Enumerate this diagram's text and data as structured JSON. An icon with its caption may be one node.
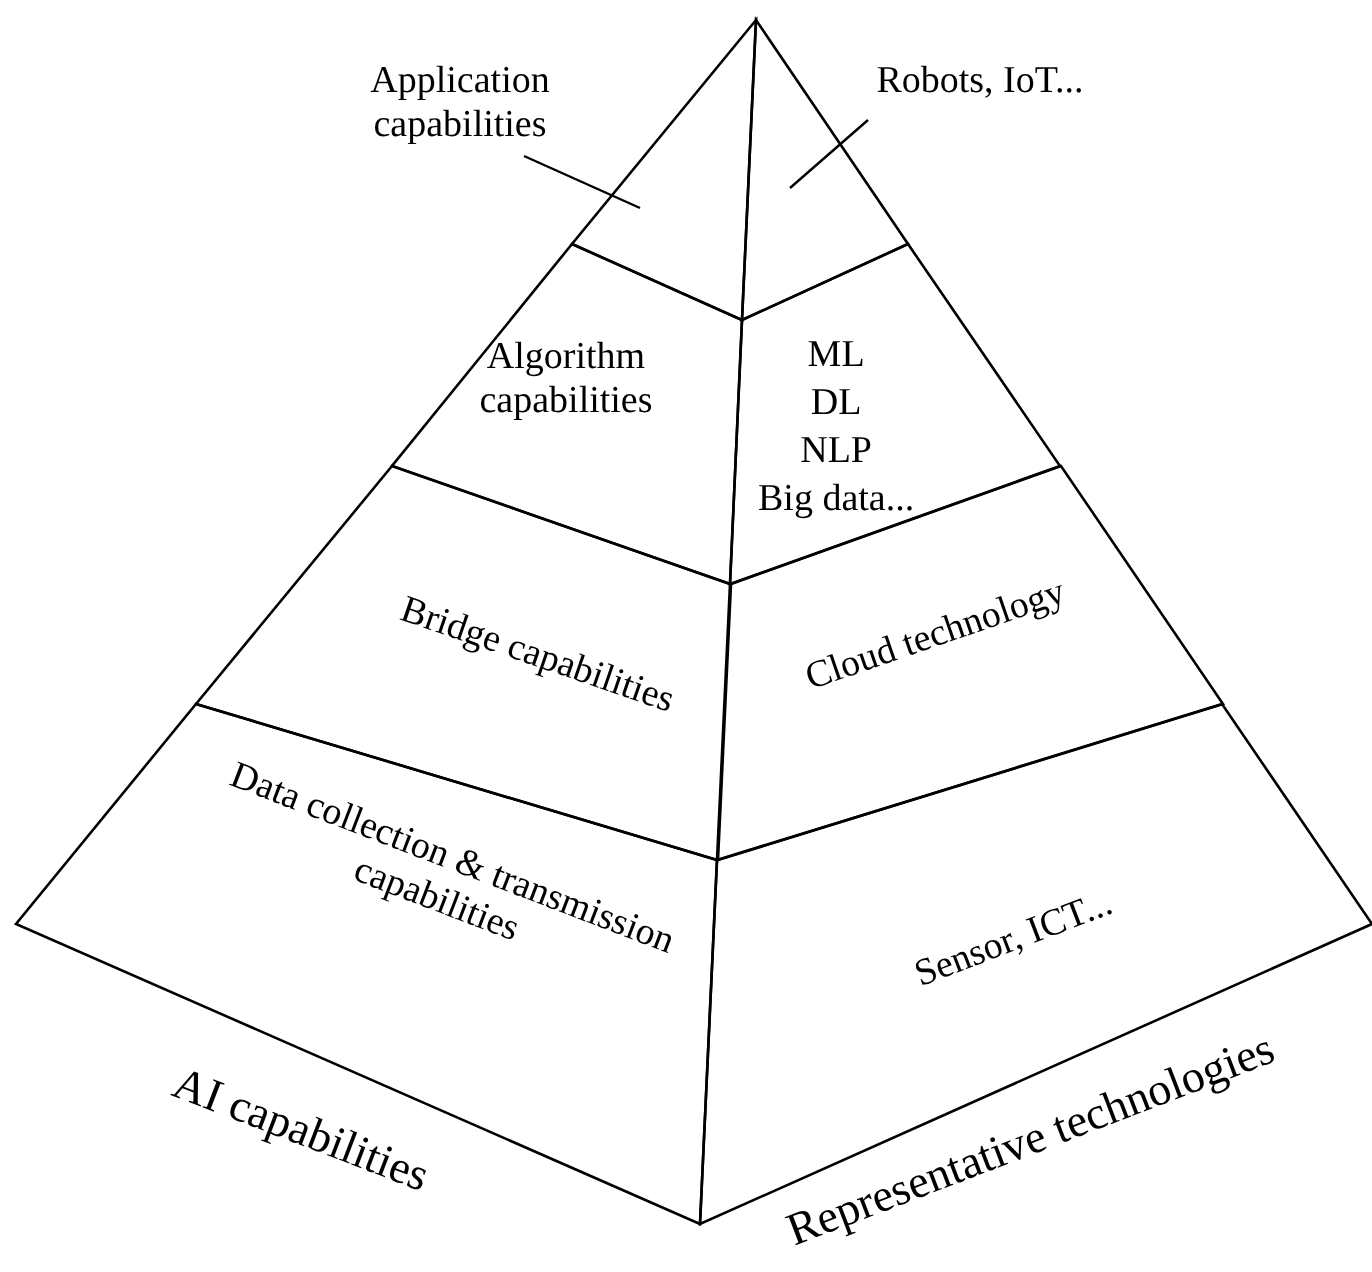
{
  "diagram": {
    "nodes": [
      {
        "text": [
          "Application capabilities"
        ]
      },
      {
        "text": [],
        "shape": "triangle"
      },
      {
        "text": [
          "Robots, IoT..."
        ]
      },
      {
        "text": [],
        "shape": "triangle"
      },
      {
        "text": [
          "Algorithm capabilities"
        ]
      },
      {
        "text": [
          "ML",
          "DL",
          "NLP",
          "Big data..."
        ]
      },
      {
        "text": [
          "Bridge capabilities"
        ]
      },
      {
        "text": [
          "Cloud technology"
        ]
      },
      {
        "text": [
          "Data collection & transmission capabilities"
        ]
      },
      {
        "text": [
          "Sensor, ICT..."
        ]
      }
    ],
    "edges": [
      {
        "from": 0,
        "to": 1,
        "arrow": "none"
      },
      {
        "from": 2,
        "to": 3,
        "arrow": "none"
      }
    ],
    "labels": [
      "AI capabilities",
      "Representative technologies"
    ]
  }
}
